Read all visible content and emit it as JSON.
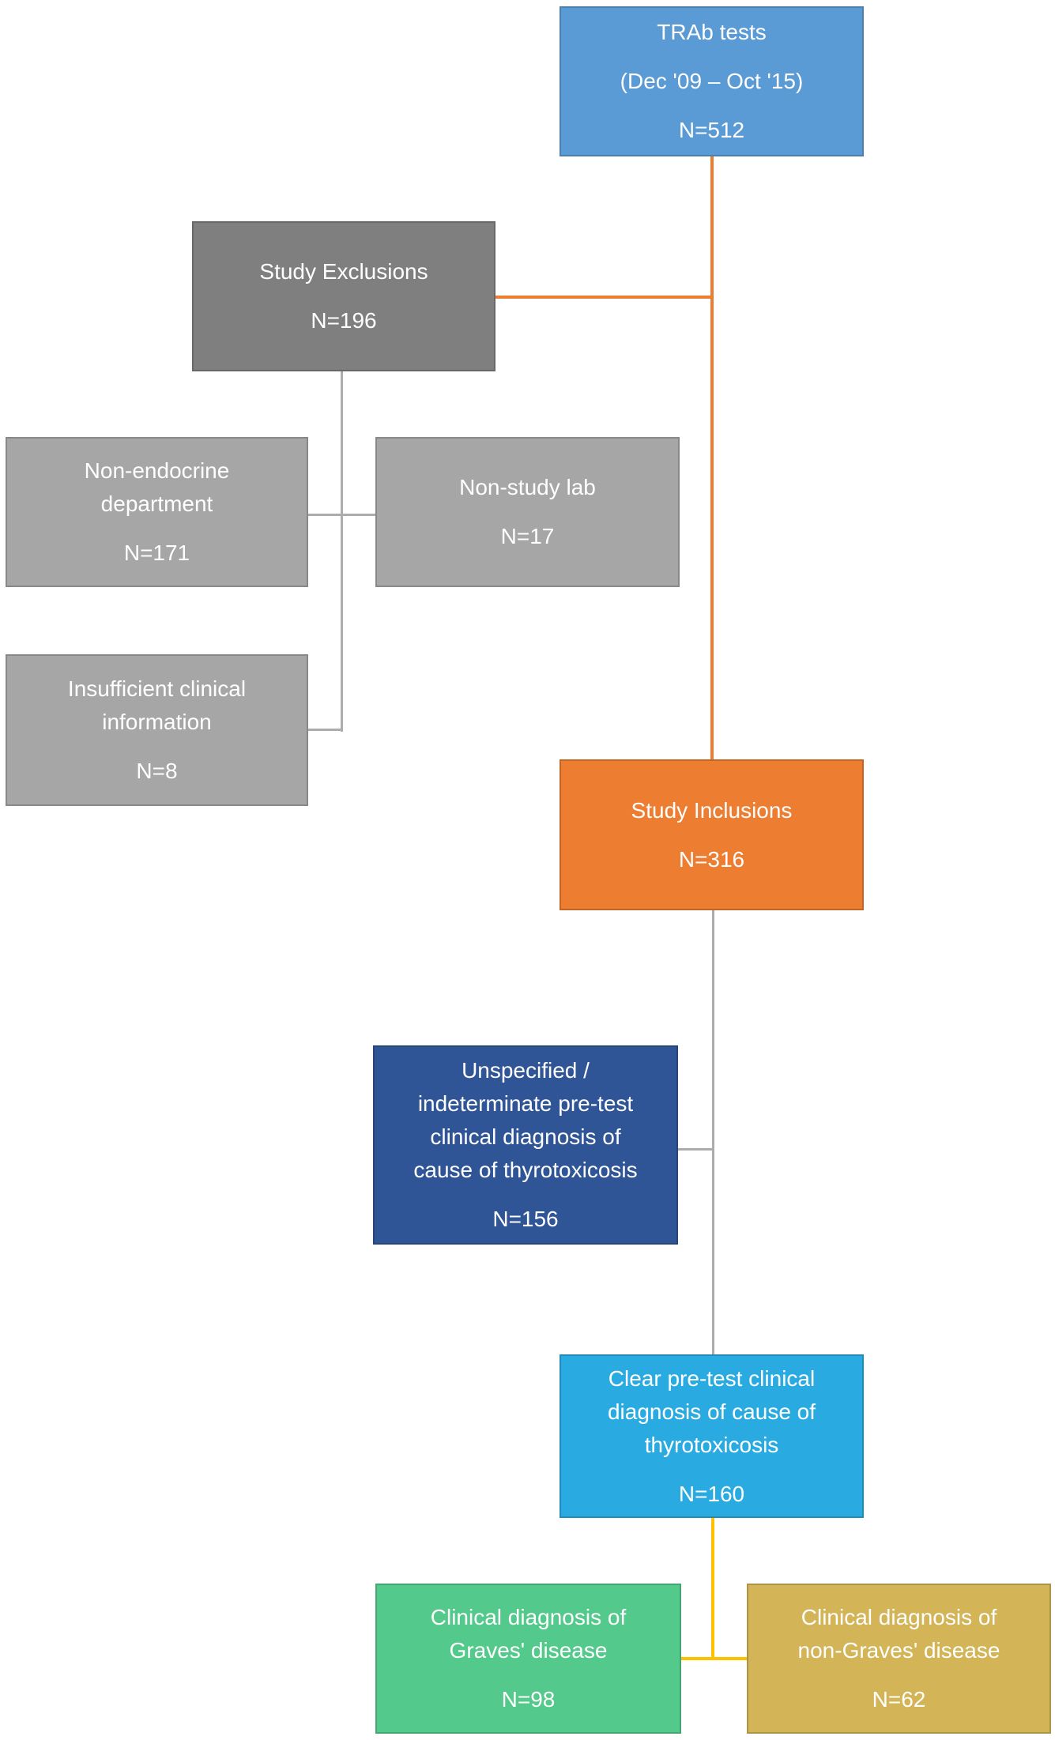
{
  "diagram": {
    "type": "study-flowchart",
    "connector_colors": {
      "orange": "#ED7D31",
      "gray": "#ACACAC",
      "yellow": "#FFC000"
    },
    "boxes": [
      {
        "id": "trab-tests",
        "lines": [
          "TRAb tests",
          "(Dec '09 – Oct '15)"
        ],
        "n": "N=512",
        "bg": "#5B9BD5"
      },
      {
        "id": "study-exclusions",
        "lines": [
          "Study Exclusions"
        ],
        "n": "N=196",
        "bg": "#7F7F7F"
      },
      {
        "id": "non-endocrine-department",
        "lines": [
          "Non-endocrine",
          "department"
        ],
        "n": "N=171",
        "bg": "#A6A6A6"
      },
      {
        "id": "non-study-lab",
        "lines": [
          "Non-study lab"
        ],
        "n": "N=17",
        "bg": "#A6A6A6"
      },
      {
        "id": "insufficient-clinical-information",
        "lines": [
          "Insufficient clinical",
          "information"
        ],
        "n": "N=8",
        "bg": "#A6A6A6"
      },
      {
        "id": "study-inclusions",
        "lines": [
          "Study Inclusions"
        ],
        "n": "N=316",
        "bg": "#ED7D31"
      },
      {
        "id": "unspecified-indeterminate-pretest-diagnosis",
        "lines": [
          "Unspecified /",
          "indeterminate pre-test",
          "clinical diagnosis of",
          "cause of thyrotoxicosis"
        ],
        "n": "N=156",
        "bg": "#2F5597"
      },
      {
        "id": "clear-pretest-diagnosis",
        "lines": [
          "Clear pre-test clinical",
          "diagnosis of cause of",
          "thyrotoxicosis"
        ],
        "n": "N=160",
        "bg": "#29ABE2"
      },
      {
        "id": "clinical-diagnosis-graves",
        "lines": [
          "Clinical diagnosis of",
          "Graves' disease"
        ],
        "n": "N=98",
        "bg": "#53C98B"
      },
      {
        "id": "clinical-diagnosis-non-graves",
        "lines": [
          "Clinical diagnosis of",
          "non-Graves' disease"
        ],
        "n": "N=62",
        "bg": "#D3B456"
      }
    ]
  }
}
